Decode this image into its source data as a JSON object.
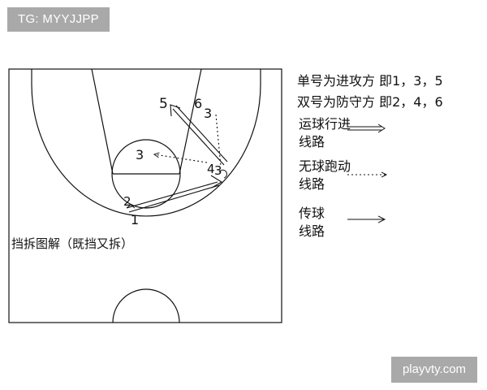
{
  "watermark_top": "TG: MYYJJPP",
  "watermark_bottom": "playvty.com",
  "diagram": {
    "caption": "挡拆图解（既挡又拆）",
    "players": {
      "p1": "1",
      "p2": "2",
      "p3a": "3",
      "p3b": "3",
      "p4": "4",
      "p5": "5",
      "p6": "6"
    }
  },
  "legend": {
    "line1": "单号为进攻方 即1，3，5",
    "line2": "双号为防守方 即2，4，6",
    "dribble": "运球行进线路",
    "run": "无球跑动线路",
    "pass": "传球线路"
  }
}
